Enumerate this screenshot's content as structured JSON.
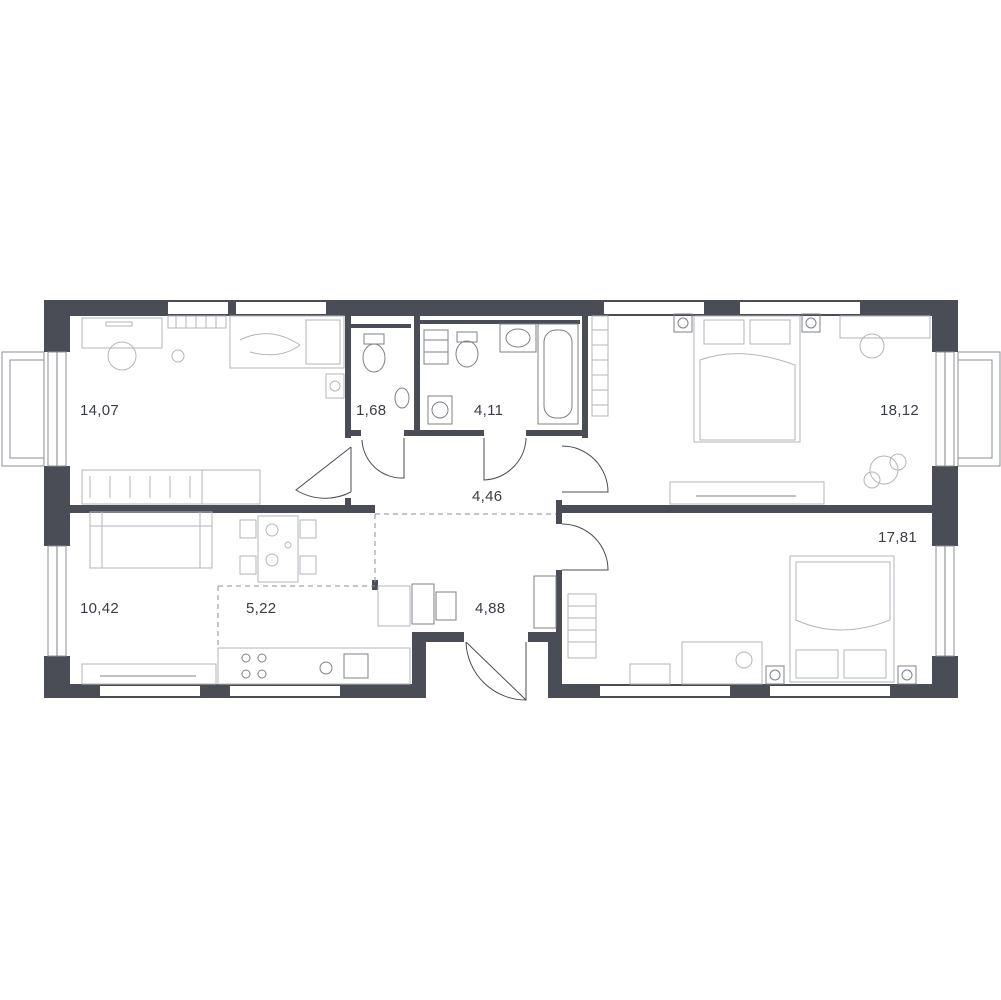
{
  "rooms": [
    {
      "id": "bedroom-left",
      "area": "14,07"
    },
    {
      "id": "wc",
      "area": "1,68"
    },
    {
      "id": "bathroom",
      "area": "4,11"
    },
    {
      "id": "bedroom-top-right",
      "area": "18,12"
    },
    {
      "id": "hallway",
      "area": "4,46"
    },
    {
      "id": "living-room",
      "area": "10,42"
    },
    {
      "id": "kitchen",
      "area": "5,22"
    },
    {
      "id": "entrance-hall",
      "area": "4,88"
    },
    {
      "id": "bedroom-bottom-right",
      "area": "17,81"
    }
  ],
  "colors": {
    "wall": "#4a4d55",
    "furniture": "#b3b6bc",
    "label": "#3a3d44"
  }
}
